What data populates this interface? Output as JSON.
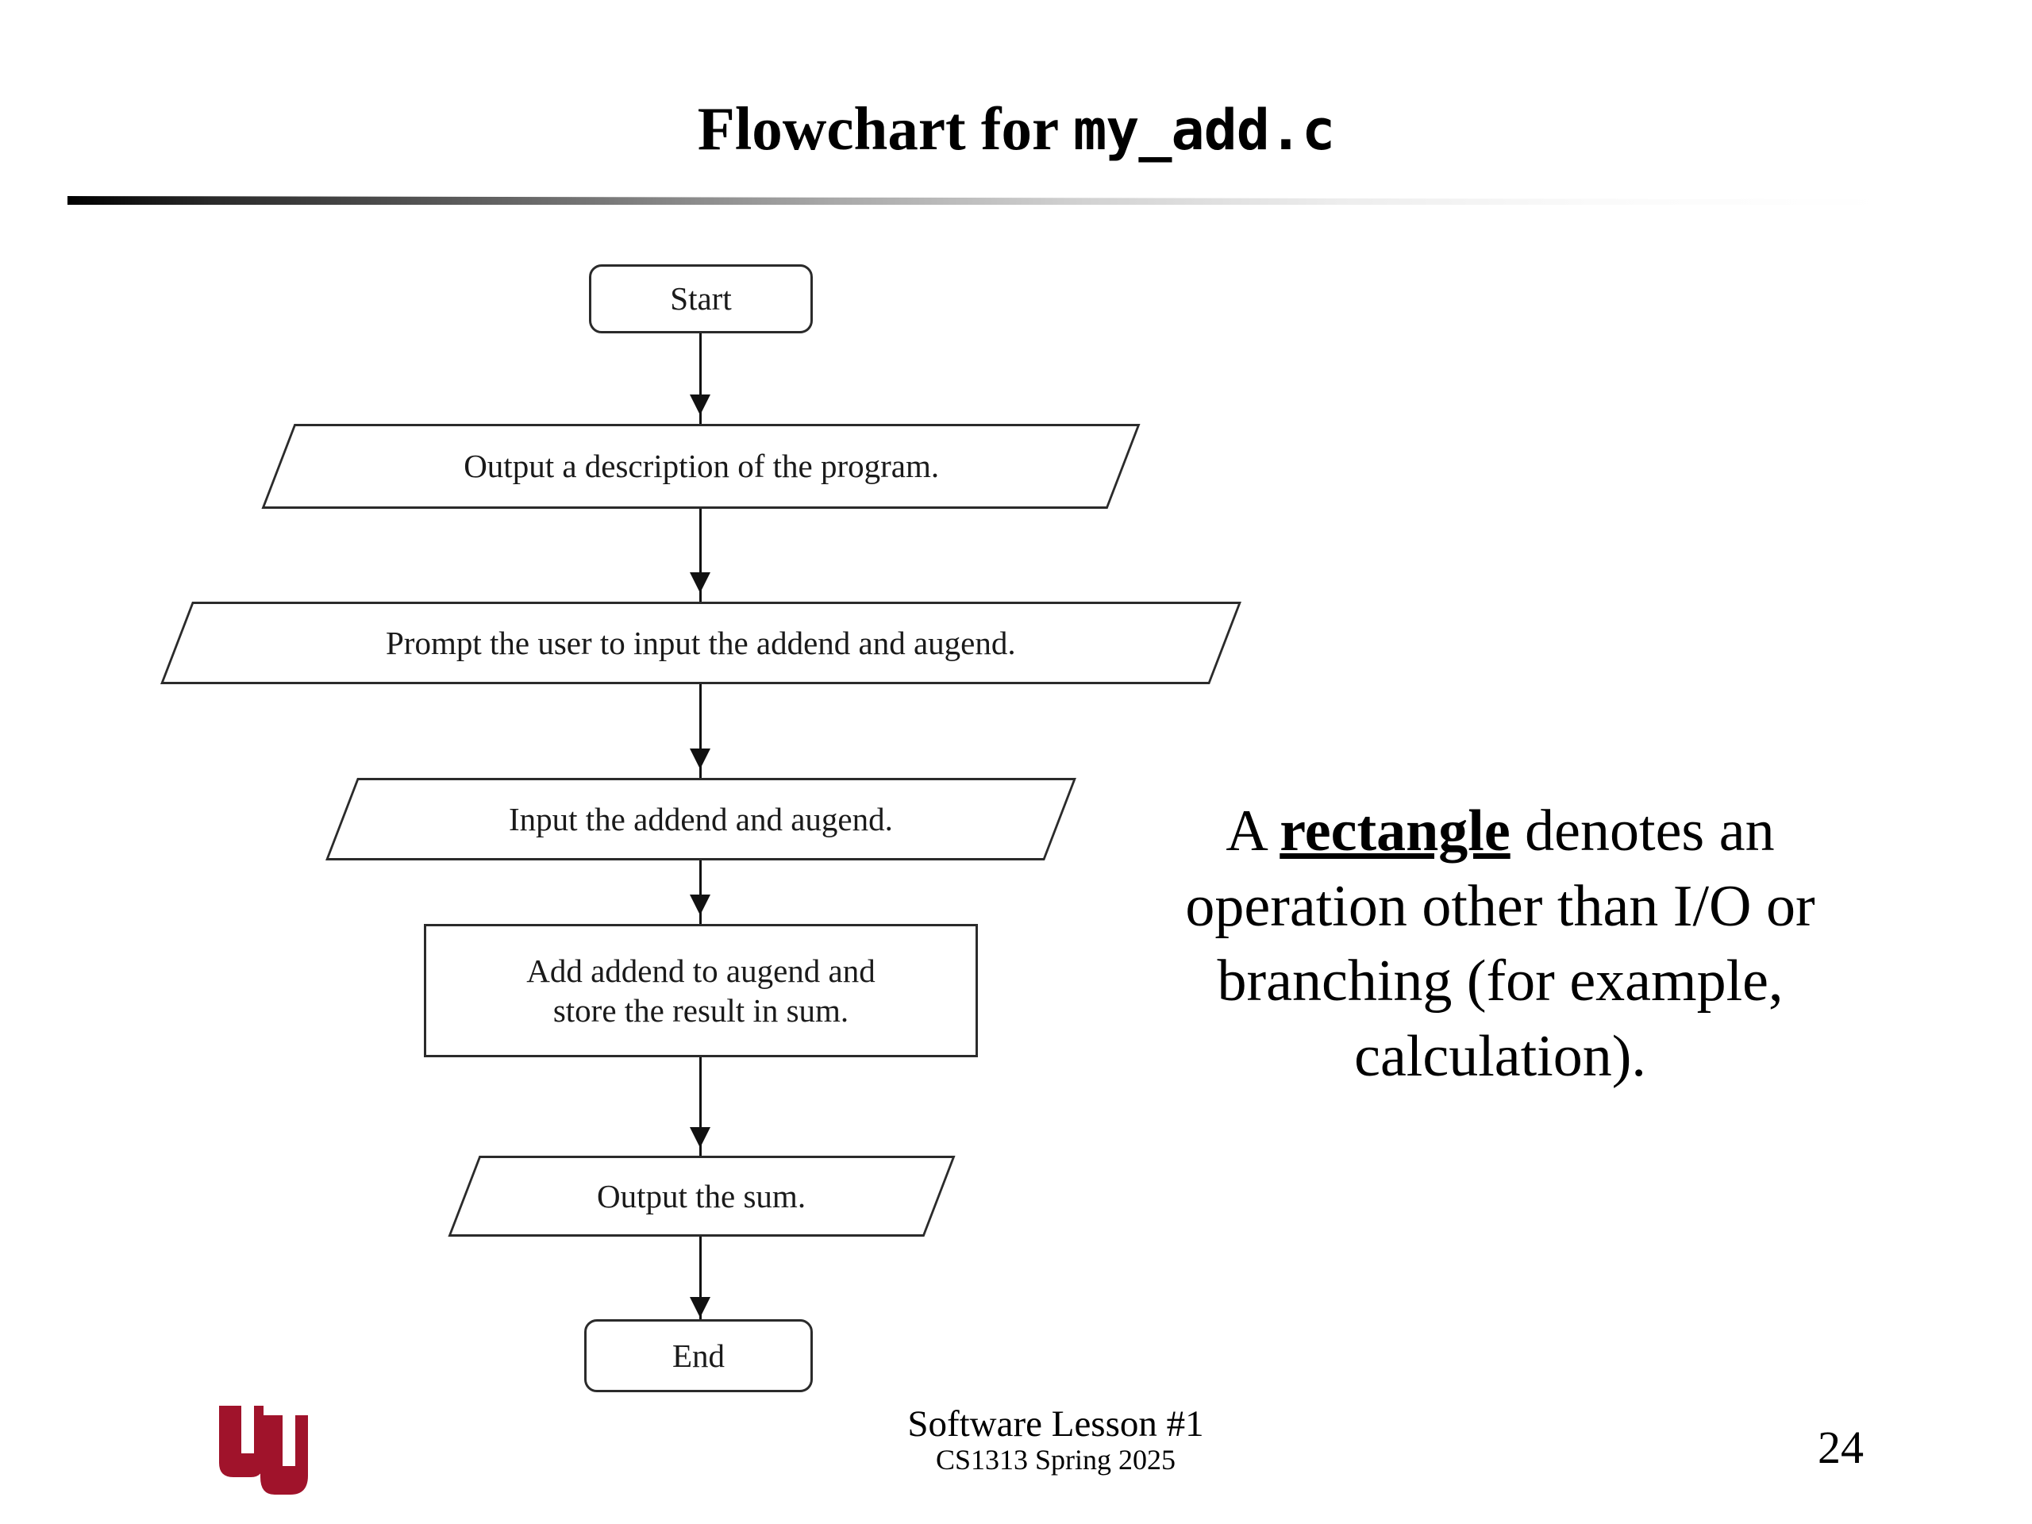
{
  "slide": {
    "title_prefix": "Flowchart for ",
    "title_code": "my_add.c",
    "page_number": "24"
  },
  "flowchart": {
    "nodes": [
      {
        "id": "start",
        "shape": "terminal",
        "label": "Start"
      },
      {
        "id": "out-desc",
        "shape": "io",
        "label": "Output a description of the program."
      },
      {
        "id": "prompt",
        "shape": "io",
        "label": "Prompt the user to input the addend and augend."
      },
      {
        "id": "input",
        "shape": "io",
        "label": "Input the addend and augend."
      },
      {
        "id": "add",
        "shape": "process",
        "label_line1": "Add addend to augend and",
        "label_line2": "store the result in sum."
      },
      {
        "id": "out-sum",
        "shape": "io",
        "label": "Output the sum."
      },
      {
        "id": "end",
        "shape": "terminal",
        "label": "End"
      }
    ]
  },
  "caption": {
    "part1": "A ",
    "emphasis": "rectangle",
    "part2": " denotes an operation other than I/O or branching (for example, calculation)."
  },
  "footer": {
    "lesson": "Software Lesson #1",
    "course": "CS1313 Spring 2025"
  },
  "logo": {
    "name": "ou-interlocking-logo",
    "color": "#a0132b"
  }
}
